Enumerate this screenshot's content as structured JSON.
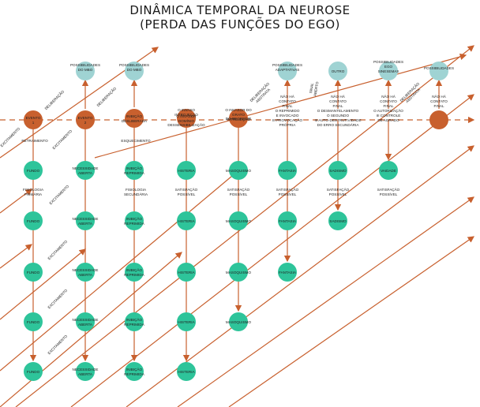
{
  "title": {
    "line1": "DINÂMICA TEMPORAL DA NEUROSE",
    "line2": "(PERDA DAS FUNÇÕES DO EGO)"
  },
  "colors": {
    "green": "#2ec49a",
    "orange": "#c8602e",
    "light": "#9fd3d3",
    "arrow": "#c8602e",
    "text": "#222222"
  },
  "nodes": [
    {
      "id": "ev1",
      "kind": "orange",
      "lines": [
        "EVENTO",
        "1"
      ]
    },
    {
      "id": "ev2",
      "kind": "orange",
      "lines": [
        "EVENTO",
        "2"
      ]
    },
    {
      "id": "inibicao-top",
      "kind": "orange",
      "lines": [
        "INIBIÇÃO",
        "DESLIBERADA"
      ]
    },
    {
      "id": "ev-invasao",
      "kind": "orange",
      "lines": [
        "O INVASOR",
        "DOMÍNIO"
      ]
    },
    {
      "id": "ev-regr",
      "kind": "orange",
      "lines": [
        "DO REGREDIR"
      ]
    },
    {
      "id": "ev-final",
      "kind": "orange",
      "lines": [
        ""
      ]
    },
    {
      "id": "poss1",
      "kind": "light",
      "lines": [
        ""
      ]
    },
    {
      "id": "poss2",
      "kind": "light",
      "lines": [
        ""
      ]
    },
    {
      "id": "poss3",
      "kind": "light",
      "lines": [
        ""
      ]
    },
    {
      "id": "outro",
      "kind": "light",
      "lines": [
        "OUTRO"
      ]
    },
    {
      "id": "poss-ego",
      "kind": "light",
      "lines": [
        ""
      ]
    },
    {
      "id": "poss-end",
      "kind": "light",
      "lines": [
        ""
      ]
    },
    {
      "id": "r1c1",
      "kind": "green",
      "lines": [
        "FUNDO"
      ]
    },
    {
      "id": "r1c2",
      "kind": "green",
      "lines": [
        "NECESSIDADE",
        "ABERTA"
      ]
    },
    {
      "id": "r1c3",
      "kind": "green",
      "lines": [
        "INIBIÇÃO",
        "REPRIMIDA"
      ]
    },
    {
      "id": "r1c4",
      "kind": "green",
      "lines": [
        "HISTERIA"
      ]
    },
    {
      "id": "r1c5",
      "kind": "green",
      "lines": [
        "MASOQUISMO"
      ]
    },
    {
      "id": "r1c6",
      "kind": "green",
      "lines": [
        "FANTASIA"
      ]
    },
    {
      "id": "r1c7",
      "kind": "green",
      "lines": [
        "SADISMO"
      ]
    },
    {
      "id": "r1c8",
      "kind": "green",
      "lines": [
        "VAIDADE"
      ]
    },
    {
      "id": "r2c1",
      "kind": "green",
      "lines": [
        "FUNDO"
      ]
    },
    {
      "id": "r2c2",
      "kind": "green",
      "lines": [
        "NECESSIDADE",
        "ABERTA"
      ]
    },
    {
      "id": "r2c3",
      "kind": "green",
      "lines": [
        "INIBIÇÃO",
        "REPRIMIDA"
      ]
    },
    {
      "id": "r2c4",
      "kind": "green",
      "lines": [
        "HISTERIA"
      ]
    },
    {
      "id": "r2c5",
      "kind": "green",
      "lines": [
        "MASOQUISMO"
      ]
    },
    {
      "id": "r2c6",
      "kind": "green",
      "lines": [
        "FANTASIA"
      ]
    },
    {
      "id": "r2c7",
      "kind": "green",
      "lines": [
        "SADISMO"
      ]
    },
    {
      "id": "r3c1",
      "kind": "green",
      "lines": [
        "FUNDO"
      ]
    },
    {
      "id": "r3c2",
      "kind": "green",
      "lines": [
        "NECESSIDADE",
        "ABERTA"
      ]
    },
    {
      "id": "r3c3",
      "kind": "green",
      "lines": [
        "INIBIÇÃO",
        "REPRIMIDA"
      ]
    },
    {
      "id": "r3c4",
      "kind": "green",
      "lines": [
        "HISTERIA"
      ]
    },
    {
      "id": "r3c5",
      "kind": "green",
      "lines": [
        "MASOQUISMO"
      ]
    },
    {
      "id": "r3c6",
      "kind": "green",
      "lines": [
        "FANTASIA"
      ]
    },
    {
      "id": "r4c1",
      "kind": "green",
      "lines": [
        "FUNDO"
      ]
    },
    {
      "id": "r4c2",
      "kind": "green",
      "lines": [
        "NECESSIDADE",
        "ABERTA"
      ]
    },
    {
      "id": "r4c3",
      "kind": "green",
      "lines": [
        "INIBIÇÃO",
        "REPRIMIDA"
      ]
    },
    {
      "id": "r4c4",
      "kind": "green",
      "lines": [
        "HISTERIA"
      ]
    },
    {
      "id": "r4c5",
      "kind": "green",
      "lines": [
        "MASOQUISMO"
      ]
    },
    {
      "id": "r5c1",
      "kind": "green",
      "lines": [
        "FUNDO"
      ]
    },
    {
      "id": "r5c2",
      "kind": "green",
      "lines": [
        "NECESSIDADE",
        "ABERTA"
      ]
    },
    {
      "id": "r5c3",
      "kind": "green",
      "lines": [
        "INIBIÇÃO",
        "REPRIMIDA"
      ]
    },
    {
      "id": "r5c4",
      "kind": "green",
      "lines": [
        "HISTERIA"
      ]
    }
  ],
  "labels": [
    {
      "id": "poss1-label",
      "lines": [
        "POSSIBILIDADES",
        "DO MBO"
      ]
    },
    {
      "id": "poss2-label",
      "lines": [
        "POSSIBILIDADES",
        "DO MBO"
      ]
    },
    {
      "id": "poss3-label",
      "lines": [
        "POSSIBILIDADES",
        "ADAPTATIVAS"
      ]
    },
    {
      "id": "poss-ego-label",
      "lines": [
        "POSSIBILIDADES",
        "EGO",
        "SINESEMAS"
      ]
    },
    {
      "id": "poss-end-label",
      "lines": [
        "POSSIBILIDADES"
      ]
    },
    {
      "id": "deliberacao-1",
      "lines": [
        "DELIBERAÇÃO"
      ]
    },
    {
      "id": "deliberacao-2",
      "lines": [
        "DELIBERAÇÃO"
      ]
    },
    {
      "id": "excitamento-1",
      "lines": [
        "EXCITAMENTO"
      ]
    },
    {
      "id": "excitamento-2",
      "lines": [
        "EXCITAMENTO"
      ]
    },
    {
      "id": "excitamento-3",
      "lines": [
        "EXCITAMENTO"
      ]
    },
    {
      "id": "excitamento-4",
      "lines": [
        "EXCITAMENTO"
      ]
    },
    {
      "id": "excitamento-5",
      "lines": [
        "EXCITAMENTO"
      ]
    },
    {
      "id": "excitamento-6",
      "lines": [
        "EXCITAMENTO"
      ]
    },
    {
      "id": "retraimento",
      "lines": [
        "RETRAIMENTO"
      ]
    },
    {
      "id": "esquecimento",
      "lines": [
        "ESQUECIMENTO"
      ]
    },
    {
      "id": "dessensibilizacao",
      "lines": [
        "DESSENSIBILIZAÇÃO"
      ]
    },
    {
      "id": "fisiologia-primaria",
      "lines": [
        "FISIOLOGIA",
        "PRIMÁRIA"
      ]
    },
    {
      "id": "fisiologia-secundaria",
      "lines": [
        "FISIOLOGIA",
        "SECUNDÁRIA"
      ]
    },
    {
      "id": "sat-1",
      "lines": [
        "SATISFAÇÃO",
        "POSSÍVEL"
      ]
    },
    {
      "id": "sat-2",
      "lines": [
        "SATISFAÇÃO",
        "POSSÍVEL"
      ]
    },
    {
      "id": "sat-3",
      "lines": [
        "SATISFAÇÃO",
        "POSSÍVEL"
      ]
    },
    {
      "id": "sat-4",
      "lines": [
        "SATISFAÇÃO",
        "POSSÍVEL"
      ]
    },
    {
      "id": "sat-5",
      "lines": [
        "SATISFAÇÃO",
        "POSSÍVEL"
      ]
    },
    {
      "id": "o-invaso",
      "lines": [
        "O INVASO",
        "INTROJEÇÃO"
      ]
    },
    {
      "id": "o-regr",
      "lines": [
        "O INVASOR DO",
        "GRATO",
        "INTROJEÇÃO"
      ]
    },
    {
      "id": "nao-ha-1",
      "lines": [
        "NÃO HÁ",
        "CONTATO",
        "FINAL",
        "O REPRIMIDO",
        "E INVOCADO",
        "III PROVOCAÇÃO",
        "PRÓPRIA"
      ]
    },
    {
      "id": "nao-ha-2",
      "lines": [
        "NÃO HÁ",
        "CONTATO",
        "FINAL",
        "O DESMANTELAMENTO",
        "O SEGUNDO",
        "III AUTO-DESTRUTIVIDADE",
        "DO ERRO SECUNDÁRIA"
      ]
    },
    {
      "id": "nao-ha-3",
      "lines": [
        "NÃO HÁ",
        "CONTATO",
        "FINAL",
        "O AUTORIZAÇÃO",
        "III CONTROLE",
        "DE AGRADO"
      ]
    },
    {
      "id": "nao-ha-4",
      "lines": [
        "NÃO HÁ",
        "CONTATO",
        "FINAL"
      ]
    },
    {
      "id": "deliberacao-3",
      "lines": [
        "DELIBERAÇÃO",
        "ABSTRATA"
      ]
    },
    {
      "id": "deliberacao-4",
      "lines": [
        "DELIBERAÇÃO",
        "ABSTRATA"
      ]
    },
    {
      "id": "sinal-1",
      "lines": [
        "SINAL",
        "ABERTO"
      ]
    }
  ]
}
